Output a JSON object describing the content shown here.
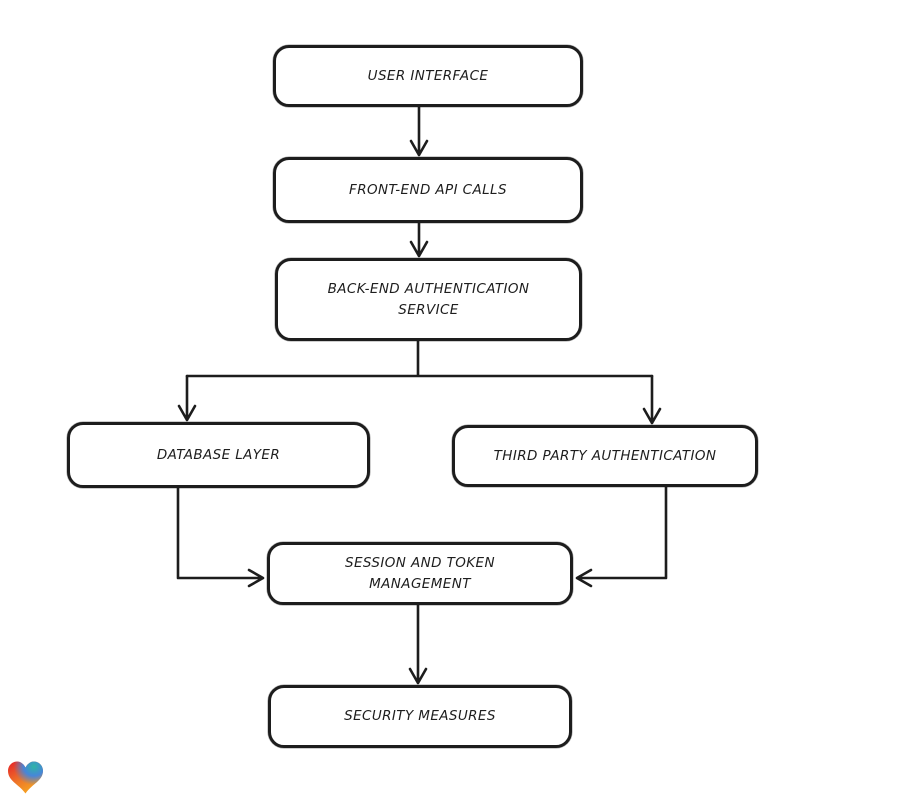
{
  "diagram": {
    "type": "flowchart",
    "style": "hand-drawn",
    "nodes": [
      {
        "id": "user-interface",
        "label": "USER INTERFACE"
      },
      {
        "id": "front-end-api-calls",
        "label": "FRONT-END API CALLS"
      },
      {
        "id": "back-end-authentication-service",
        "label": "BACK-END AUTHENTICATION SERVICE"
      },
      {
        "id": "database-layer",
        "label": "DATABASE LAYER"
      },
      {
        "id": "third-party-authentication",
        "label": "THIRD PARTY AUTHENTICATION"
      },
      {
        "id": "session-and-token-management",
        "label": "SESSION AND TOKEN MANAGEMENT"
      },
      {
        "id": "security-measures",
        "label": "SECURITY MEASURES"
      }
    ],
    "edges": [
      {
        "from": "user-interface",
        "to": "front-end-api-calls"
      },
      {
        "from": "front-end-api-calls",
        "to": "back-end-authentication-service"
      },
      {
        "from": "back-end-authentication-service",
        "to": "database-layer"
      },
      {
        "from": "back-end-authentication-service",
        "to": "third-party-authentication"
      },
      {
        "from": "database-layer",
        "to": "session-and-token-management"
      },
      {
        "from": "third-party-authentication",
        "to": "session-and-token-management"
      },
      {
        "from": "session-and-token-management",
        "to": "security-measures"
      }
    ],
    "colors": {
      "background": "#ffffff",
      "stroke": "#1d1d1d",
      "node_fill": "#ffffff",
      "logo_red": "#e62128",
      "logo_orange": "#f6a821",
      "logo_teal": "#2eb5a5",
      "logo_blue": "#3e87e2"
    },
    "logo": {
      "name": "gradient-heart-logo"
    }
  }
}
